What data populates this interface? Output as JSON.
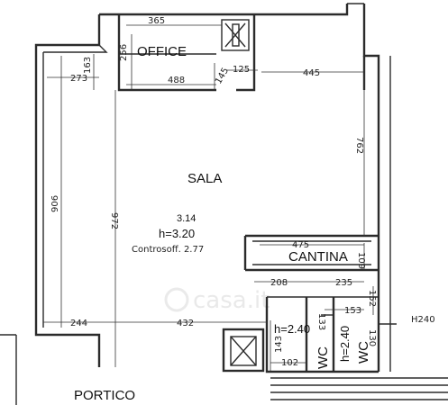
{
  "rooms": {
    "office": "OFFICE",
    "sala": "SALA",
    "cantina": "CANTINA",
    "portico": "PORTICO",
    "wc_left": "WC",
    "wc_right": "WC"
  },
  "heights": {
    "sala_h": "h=3.20",
    "sala_alt": "3.14",
    "controsoff": "Controsoff. 2.77",
    "wc_h1": "h=2.40",
    "wc_h2": "h=2.40",
    "h240": "H240"
  },
  "dimensions": {
    "d365": "365",
    "d256": "256",
    "d273": "273",
    "d163": "163",
    "d488": "488",
    "d145": "145",
    "d125": "125",
    "d445": "445",
    "d762": "762",
    "d906": "906",
    "d972": "972",
    "d475": "475",
    "d109": "109",
    "d208": "208",
    "d235": "235",
    "d244": "244",
    "d432": "432",
    "d153": "153",
    "d152": "152",
    "d130": "130",
    "d143": "143",
    "d102": "102",
    "d133": "133"
  },
  "watermark": "casa.it"
}
